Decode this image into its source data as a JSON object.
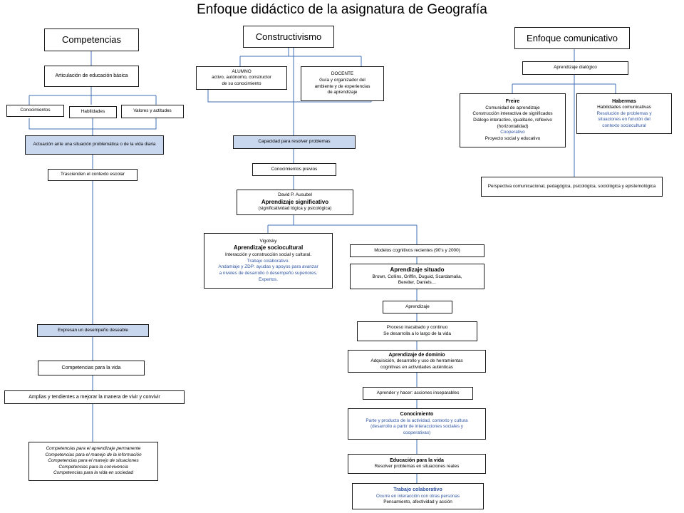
{
  "title": "Enfoque didáctico de la asignatura de Geografía",
  "left": {
    "header": "Competencias",
    "articulacion": "Articulación de educación básica",
    "conocimientos": "Conocimientos",
    "habilidades": "Habilidades",
    "valores": "Valores y actitudes",
    "actuacion": "Actuación ante una situación problemática o de la vida diaria",
    "trascienden": "Trascienden el contexto escolar",
    "expresan": "Expresan un desempeño deseable",
    "competencias_vida": "Competencias para la vida",
    "amplias": "Amplias y tendientes a mejorar la manera de vivir y convivir",
    "lista": [
      "Competencias para el aprendizaje permanente",
      "Competencias para el manejo de la información",
      "Competencias para el manejo de situaciones",
      "Competencias para la convivencia",
      "Competencias para la vida en sociedad"
    ]
  },
  "center": {
    "header": "Constructivismo",
    "alumno": [
      "ALUMNO",
      "activo, autónomo, constructor",
      "de su conocimiento"
    ],
    "docente": [
      "DOCENTE",
      "Guía y organizador del",
      "ambiente y de experiencias",
      "de aprendizaje"
    ],
    "capacidad": "Capacidad para resolver problemas",
    "conocimientos_previos": "Conocimientos previos",
    "ausubel": [
      "David P. Ausubel",
      "Aprendizaje significativo",
      "(significatividad lógica y psicológica)"
    ],
    "vigotsky": {
      "name": "Vigotsky",
      "titulo": "Aprendizaje sociocultural",
      "linea1": "Interacción y construcción social y cultural.",
      "linea2": "Trabajo colaborativo.",
      "linea3": "Andamiaje y ZDP: ayudas y apoyos para avanzar",
      "linea4": "a niveles de desarrollo ó desempeño superiores.",
      "linea5": "Expertos."
    },
    "modelos": "Modelos cognitivos recientes (90's y 2000)",
    "situado": [
      "Aprendizaje situado",
      "Brown, Collins, Griffin, Duguid, Scardamalia,",
      "Bereiter, Daniels…"
    ],
    "aprendizaje": "Aprendizaje",
    "proceso": [
      "Proceso inacabado y continuo",
      "Se desarrolla a lo largo de la vida"
    ],
    "dominio": [
      "Aprendizaje de dominio",
      "Adquisición, desarrollo y uso de herramientas",
      "cognitivas en actividades auténticas"
    ],
    "aprender": "Aprender y hacer: acciones inseparables",
    "conocimiento": [
      "Conocimiento",
      "Parte y producto de la actividad, contexto y cultura",
      "(desarrollo a partir de interacciones sociales y",
      "cooperativas)"
    ],
    "educacion": [
      "Educación para la vida",
      "Resolver problemas en situaciones reales"
    ],
    "trabajo": [
      "Trabajo colaborativo",
      "Ocurre en interacción con otras personas",
      "Pensamiento, afectividad y acción"
    ]
  },
  "right": {
    "header": "Enfoque comunicativo",
    "dialogico": "Aprendizaje dialógico",
    "freire": [
      "Freire",
      "Comunidad de aprendizaje",
      "Construcción interactiva de significados",
      "Diálogo interactivo, igualitario, reflexivo",
      "(horizontalidad)",
      "Cooperativo",
      "Proyecto social y educativo"
    ],
    "habermas": [
      "Habermas",
      "Habilidades comunicativas",
      "Resolución de problemas y",
      "situaciones en función del",
      "contexto sociocultural"
    ],
    "perspectiva": "Perspectiva comunicacional, pedagógica, psicológica, sociológica y epistemológica"
  }
}
